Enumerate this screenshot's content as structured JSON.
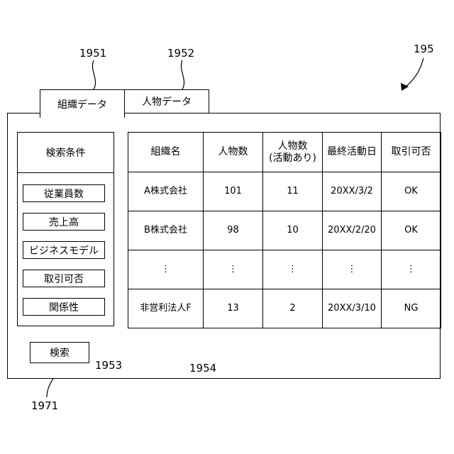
{
  "refs": {
    "r195": "195",
    "r1951": "1951",
    "r1952": "1952",
    "r1953": "1953",
    "r1954": "1954",
    "r1971": "1971"
  },
  "tabs": [
    {
      "label": "組織データ",
      "active": true
    },
    {
      "label": "人物データ",
      "active": false
    }
  ],
  "search_panel": {
    "title": "検索条件",
    "conditions": [
      "従業員数",
      "売上高",
      "ビジネスモデル",
      "取引可否",
      "関係性"
    ]
  },
  "search_button": "検索",
  "table": {
    "headers": [
      "組織名",
      "人物数",
      "人物数\n(活動あり)",
      "最終活動日",
      "取引可否"
    ],
    "rows": [
      [
        "A株式会社",
        "101",
        "11",
        "20XX/3/2",
        "OK"
      ],
      [
        "B株式会社",
        "98",
        "10",
        "20XX/2/20",
        "OK"
      ],
      [
        "⋮",
        "⋮",
        "⋮",
        "⋮",
        "⋮"
      ],
      [
        "非営利法人F",
        "13",
        "2",
        "20XX/3/10",
        "NG"
      ]
    ]
  }
}
